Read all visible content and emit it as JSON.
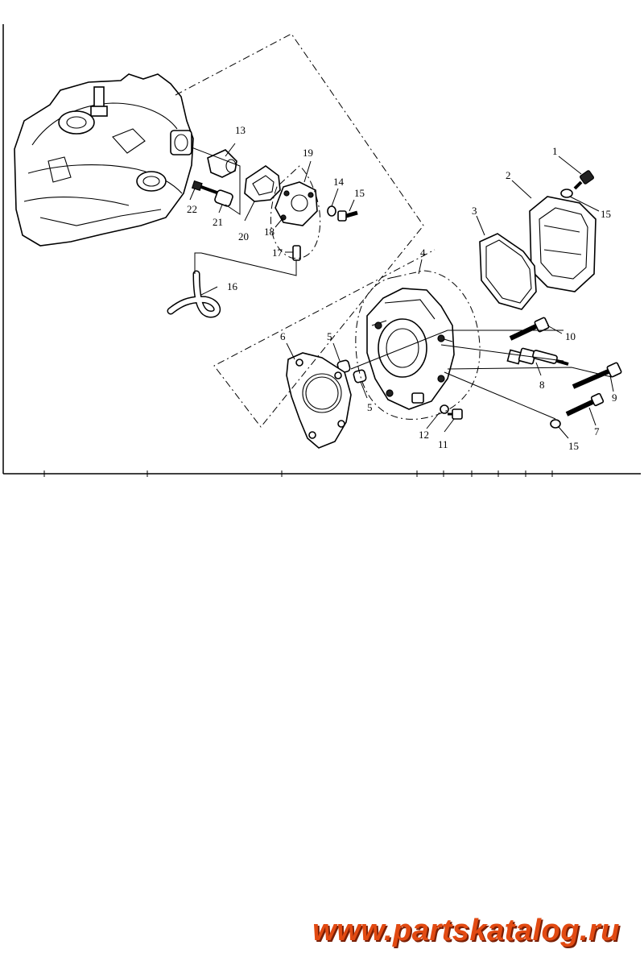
{
  "diagram": {
    "callouts": [
      {
        "id": "c1",
        "text": "1"
      },
      {
        "id": "c2",
        "text": "2"
      },
      {
        "id": "c3",
        "text": "3"
      },
      {
        "id": "c4",
        "text": "4"
      },
      {
        "id": "c5a",
        "text": "5"
      },
      {
        "id": "c5b",
        "text": "5"
      },
      {
        "id": "c6",
        "text": "6"
      },
      {
        "id": "c7",
        "text": "7"
      },
      {
        "id": "c8",
        "text": "8"
      },
      {
        "id": "c9",
        "text": "9"
      },
      {
        "id": "c10",
        "text": "10"
      },
      {
        "id": "c11",
        "text": "11"
      },
      {
        "id": "c12",
        "text": "12"
      },
      {
        "id": "c13",
        "text": "13"
      },
      {
        "id": "c14",
        "text": "14"
      },
      {
        "id": "c15a",
        "text": "15"
      },
      {
        "id": "c15b",
        "text": "15"
      },
      {
        "id": "c15c",
        "text": "15"
      },
      {
        "id": "c16",
        "text": "16"
      },
      {
        "id": "c17",
        "text": "17"
      },
      {
        "id": "c18",
        "text": "18"
      },
      {
        "id": "c19",
        "text": "19"
      },
      {
        "id": "c20",
        "text": "20"
      },
      {
        "id": "c21",
        "text": "21"
      },
      {
        "id": "c22",
        "text": "22"
      }
    ]
  },
  "watermark": {
    "text": "www.partskatalog.ru",
    "color": "#e24a12"
  }
}
